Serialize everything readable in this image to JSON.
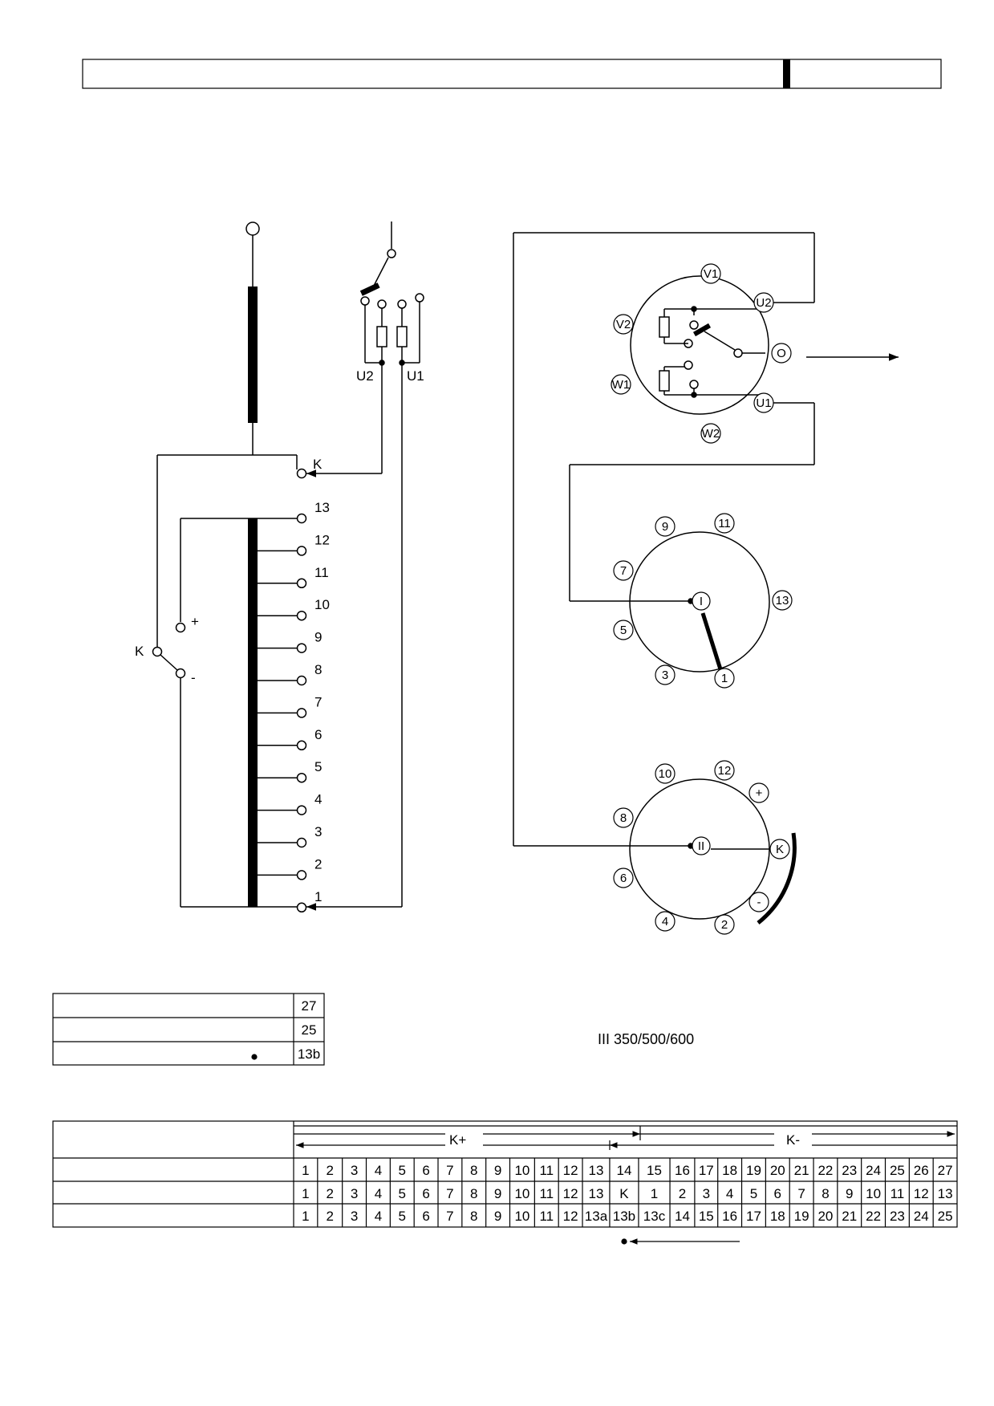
{
  "header": {
    "left_text": "",
    "right_text": ""
  },
  "schematic": {
    "winding_labels": [
      "13",
      "12",
      "11",
      "10",
      "9",
      "8",
      "7",
      "6",
      "5",
      "4",
      "3",
      "2",
      "1"
    ],
    "tap_k_label": "K",
    "selector_k_label": "K",
    "plus_label": "+",
    "minus_label": "-",
    "u2_label": "U2",
    "u1_label": "U1"
  },
  "diverter_switch": {
    "labels": [
      "V1",
      "U2",
      "V2",
      "O",
      "W1",
      "U1",
      "W2"
    ]
  },
  "selector_I": {
    "center": "I",
    "labels": [
      "9",
      "11",
      "7",
      "13",
      "5",
      "3",
      "1"
    ]
  },
  "selector_II": {
    "center": "II",
    "labels": [
      "10",
      "12",
      "+",
      "8",
      "K",
      "6",
      "-",
      "4",
      "2"
    ]
  },
  "model_label": "III 350/500/600",
  "small_table": {
    "rows": [
      {
        "label": "",
        "value": "27"
      },
      {
        "label": "",
        "value": "25"
      },
      {
        "label": "",
        "value": "13b"
      }
    ]
  },
  "position_table": {
    "k_plus": "K+",
    "k_minus": "K-",
    "rows": [
      [
        "1",
        "2",
        "3",
        "4",
        "5",
        "6",
        "7",
        "8",
        "9",
        "10",
        "11",
        "12",
        "13",
        "14",
        "15",
        "16",
        "17",
        "18",
        "19",
        "20",
        "21",
        "22",
        "23",
        "24",
        "25",
        "26",
        "27"
      ],
      [
        "1",
        "2",
        "3",
        "4",
        "5",
        "6",
        "7",
        "8",
        "9",
        "10",
        "11",
        "12",
        "13",
        "K",
        "1",
        "2",
        "3",
        "4",
        "5",
        "6",
        "7",
        "8",
        "9",
        "10",
        "11",
        "12",
        "13"
      ],
      [
        "1",
        "2",
        "3",
        "4",
        "5",
        "6",
        "7",
        "8",
        "9",
        "10",
        "11",
        "12",
        "13a",
        "13b",
        "13c",
        "14",
        "15",
        "16",
        "17",
        "18",
        "19",
        "20",
        "21",
        "22",
        "23",
        "24",
        "25"
      ]
    ]
  }
}
